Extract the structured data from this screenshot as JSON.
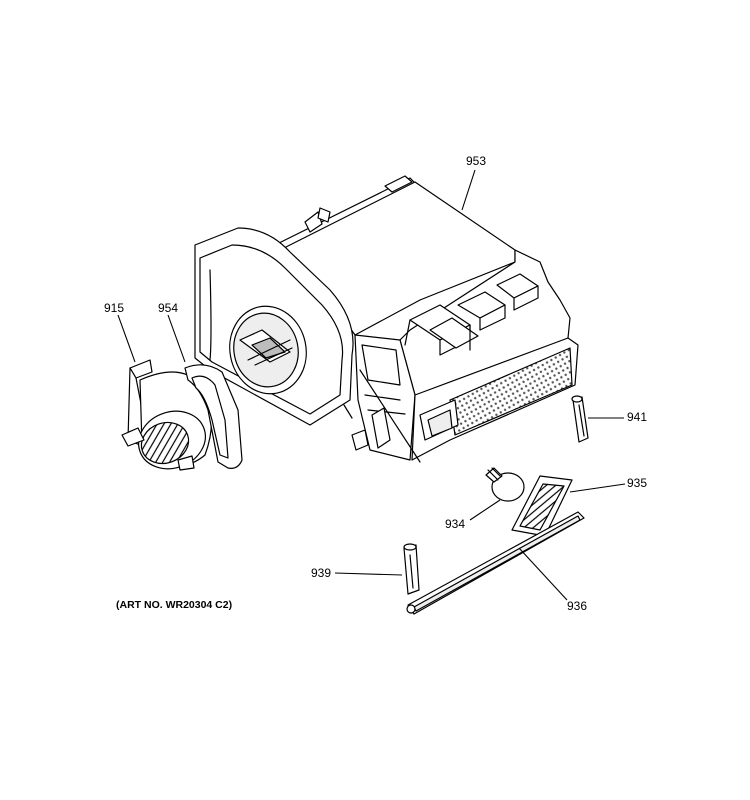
{
  "art_number": "(ART NO. WR20304 C2)",
  "callouts": {
    "p953": "953",
    "p915": "915",
    "p954": "954",
    "p941": "941",
    "p935": "935",
    "p934": "934",
    "p939": "939",
    "p936": "936"
  }
}
